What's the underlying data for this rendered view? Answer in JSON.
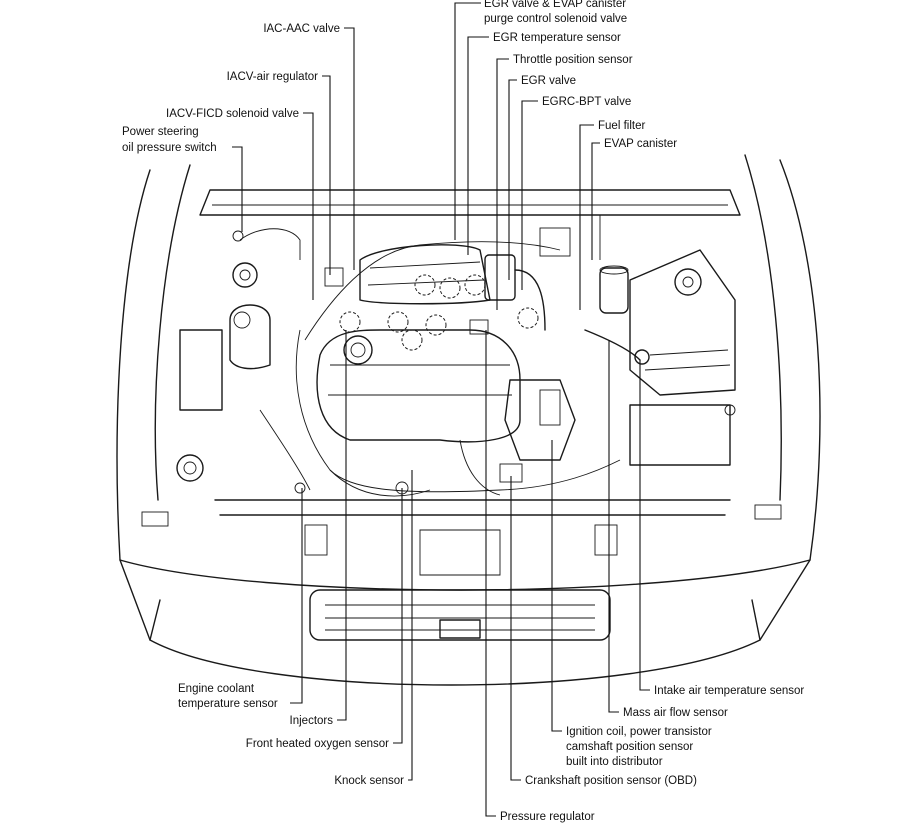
{
  "labels": {
    "egr_canister_1": "EGR valve & EVAP canister",
    "egr_canister_2": "purge control solenoid valve",
    "egr_temp": "EGR temperature sensor",
    "throttle": "Throttle position sensor",
    "egr_valve": "EGR valve",
    "egrc_bpt": "EGRC-BPT valve",
    "fuel_filter": "Fuel filter",
    "evap_canister": "EVAP canister",
    "iac_aac": "IAC-AAC valve",
    "iacv_air": "IACV-air regulator",
    "iacv_ficd": "IACV-FICD solenoid valve",
    "ps_switch_1": "Power steering",
    "ps_switch_2": "oil pressure switch",
    "coolant_1": "Engine coolant",
    "coolant_2": "temperature sensor",
    "injectors": "Injectors",
    "o2_sensor": "Front heated oxygen sensor",
    "knock": "Knock sensor",
    "pressure_reg": "Pressure regulator",
    "crankshaft": "Crankshaft position sensor (OBD)",
    "ignition_1": "Ignition coil, power transistor",
    "ignition_2": "camshaft position sensor",
    "ignition_3": "built into distributor",
    "maf": "Mass air flow sensor",
    "iat": "Intake air temperature sensor"
  }
}
